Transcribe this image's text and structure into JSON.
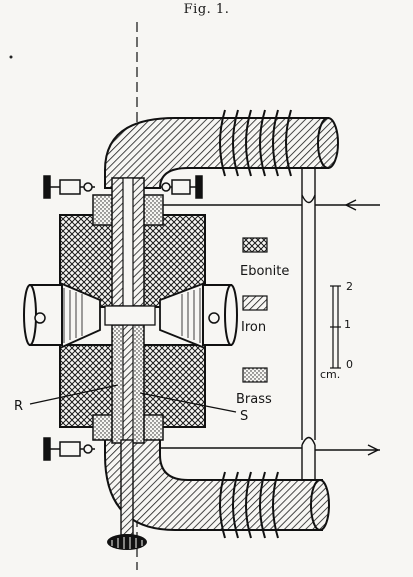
{
  "figure": {
    "title": "Fig. 1."
  },
  "legend": {
    "items": [
      {
        "label": "Ebonite",
        "pattern": "crosshatch"
      },
      {
        "label": "Iron",
        "pattern": "hatch"
      },
      {
        "label": "Brass",
        "pattern": "dots"
      }
    ]
  },
  "scale_bar": {
    "ticks": [
      "2",
      "1",
      "0"
    ],
    "unit": "cm."
  },
  "parts": {
    "r_label": "R",
    "s_label": "S"
  }
}
